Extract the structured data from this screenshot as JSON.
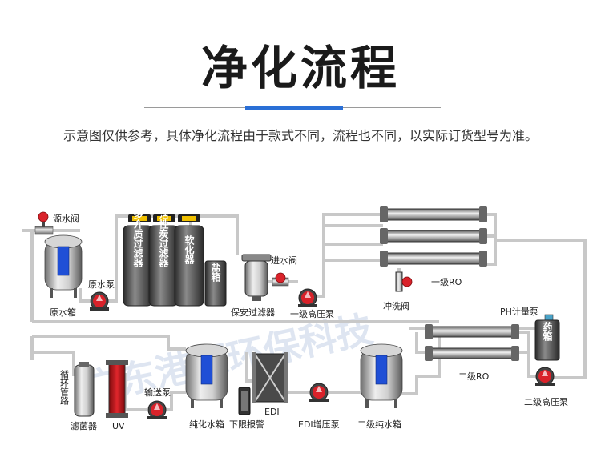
{
  "header": {
    "title": "净化流程",
    "subtitle": "示意图仅供参考，具体净化流程由于款式不同，流程也不同，以实际订货型号为准。"
  },
  "watermark": "广东港源环保科技",
  "labels": {
    "raw_valve": "源水阀",
    "raw_tank": "原水箱",
    "raw_pump": "原水泵",
    "multimedia_filter": "多介质过滤器",
    "carbon_filter": "活性炭过滤器",
    "softener": "软化器",
    "salt_tank": "盐箱",
    "security_filter": "保安过滤器",
    "inlet_valve": "进水阀",
    "hp_pump_1": "一级高压泵",
    "flush_valve": "冲洗阀",
    "ro_1": "一级RO",
    "ph_pump": "PH计量泵",
    "dosing_tank": "药箱",
    "ro_2": "二级RO",
    "hp_pump_2": "二级高压泵",
    "circulation_pipe": "循环管路",
    "sterilizer": "滤菌器",
    "uv": "UV",
    "transfer_pump": "输送泵",
    "pure_tank": "纯化水箱",
    "low_alarm": "下限报警",
    "edi": "EDI",
    "edi_pump": "EDI增压泵",
    "tank_2": "二级纯水箱"
  },
  "colors": {
    "accent": "#2a6fd6",
    "pipe": "#c8c8c8",
    "tank_blue": "#1f4fd6",
    "valve_red": "#d9222a",
    "uv_red": "#c0141a"
  }
}
